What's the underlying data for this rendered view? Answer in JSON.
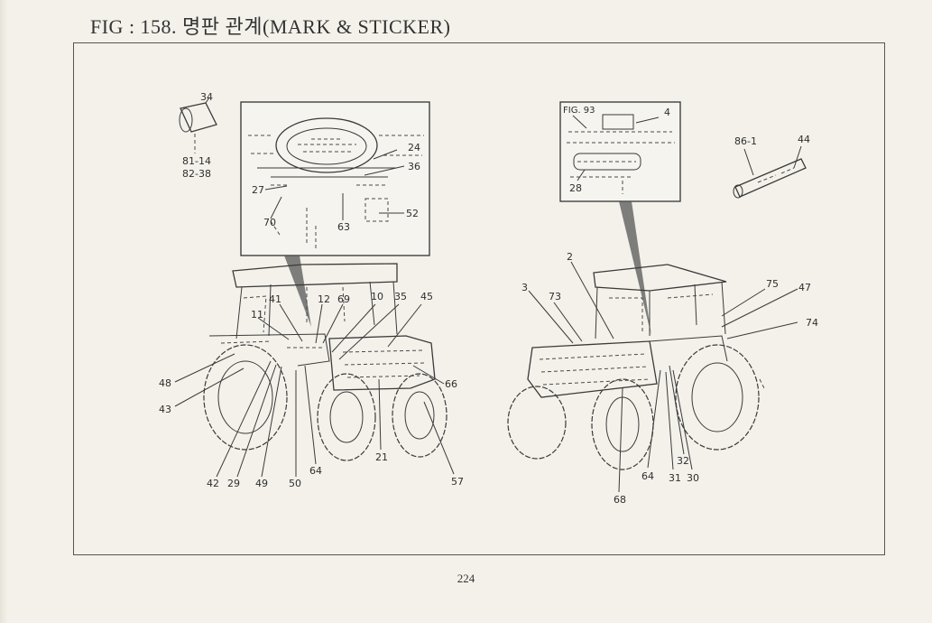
{
  "title": "FIG : 158. 명판 관계(MARK & STICKER)",
  "page_number": "224",
  "inset_left": {
    "callouts": {
      "c24": "24",
      "c36": "36",
      "c27": "27",
      "c70": "70",
      "c63": "63",
      "c52": "52"
    }
  },
  "inset_right": {
    "ref": "FIG. 93",
    "callouts": {
      "c4": "4",
      "c28": "28"
    }
  },
  "part_left": {
    "callouts": {
      "c34": "34",
      "c81_14": "81-14",
      "c82_38": "82-38"
    }
  },
  "part_right": {
    "callouts": {
      "c86_1": "86-1",
      "c44": "44"
    }
  },
  "tractor_left": {
    "callouts": {
      "c41": "41",
      "c12": "12",
      "c69": "69",
      "c10": "10",
      "c35": "35",
      "c45": "45",
      "c11": "11",
      "c48": "48",
      "c43": "43",
      "c66": "66",
      "c21": "21",
      "c57": "57",
      "c42": "42",
      "c29": "29",
      "c49": "49",
      "c50": "50",
      "c64": "64"
    }
  },
  "tractor_right": {
    "callouts": {
      "c2": "2",
      "c3": "3",
      "c73": "73",
      "c75": "75",
      "c47": "47",
      "c74": "74",
      "c32": "32",
      "c64": "64",
      "c31": "31",
      "c30": "30",
      "c68": "68"
    }
  }
}
